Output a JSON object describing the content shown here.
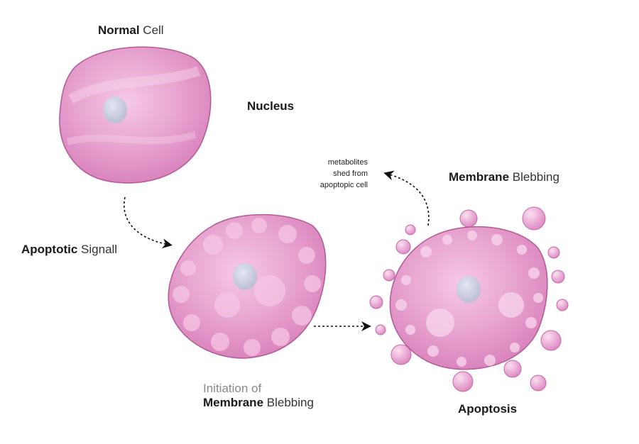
{
  "labels": {
    "normal_cell": {
      "bold": "Normal",
      "rest": " Cell"
    },
    "nucleus": "Nucleus",
    "apoptotic_signal": {
      "bold": "Apoptotic",
      "rest": " Signall"
    },
    "initiation_line1": "Initiation of",
    "initiation_line2": {
      "bold": "Membrane",
      "rest": " Blebbing"
    },
    "membrane_blebbing": {
      "bold": "Membrane",
      "rest": " Blebbing"
    },
    "metabolites": [
      "metabolites",
      "shed from",
      "apoptopic cell"
    ],
    "apoptosis": "Apoptosis"
  },
  "colors": {
    "cell_fill": "#e9a6d2",
    "cell_edge": "#b45a93",
    "cell_light": "#f7d3ea",
    "nucleus": "#c9cde0",
    "arrow": "#111111"
  }
}
